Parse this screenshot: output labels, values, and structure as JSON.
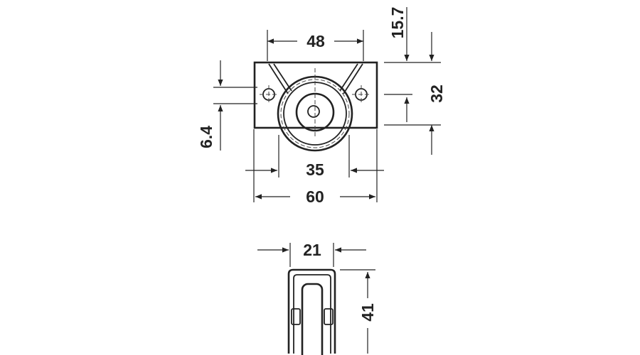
{
  "top_view": {
    "dims": {
      "width_top": "48",
      "height_15_7": "15.7",
      "height_32": "32",
      "offset_6_4": "6.4",
      "hole_spacing": "35",
      "overall_width": "60"
    }
  },
  "side_view": {
    "dims": {
      "width": "21",
      "height": "41"
    }
  },
  "colors": {
    "line": "#222222",
    "background": "#ffffff"
  }
}
